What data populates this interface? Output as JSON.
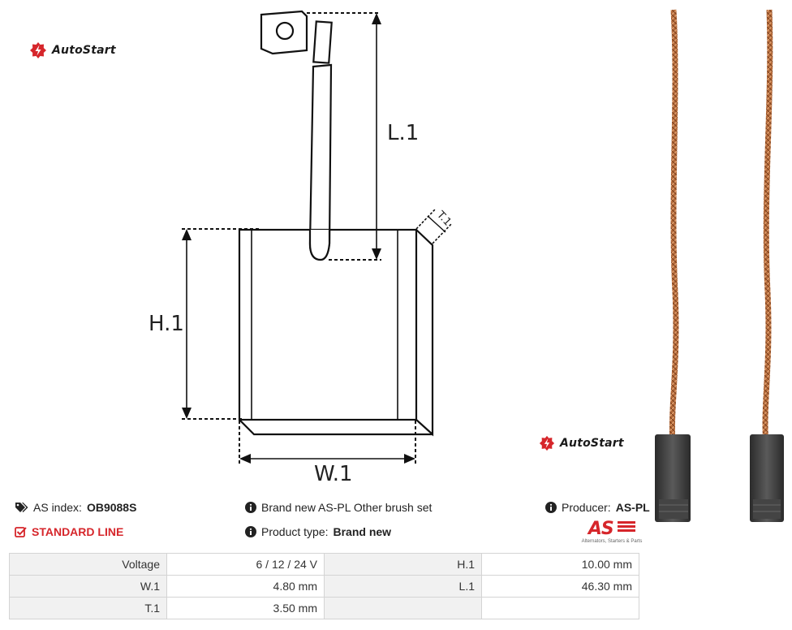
{
  "brand": {
    "name": "AutoStart"
  },
  "diagram": {
    "labels": {
      "length": "L.1",
      "height": "H.1",
      "width": "W.1",
      "thickness": "T.1"
    }
  },
  "product": {
    "as_index_label": "AS index:",
    "as_index_value": "OB9088S",
    "line_label": "STANDARD LINE",
    "description": "Brand new AS-PL Other brush set",
    "product_type_label": "Product type:",
    "product_type_value": "Brand new",
    "producer_label": "Producer:",
    "producer_value": "AS-PL",
    "producer_logo_text": "AS",
    "producer_tagline": "Alternators, Starters & Parts"
  },
  "colors": {
    "accent_red": "#d6262b",
    "table_label_bg": "#f1f1f1",
    "table_border": "#d4d4d4"
  },
  "specs": {
    "rows": [
      [
        {
          "label": "Voltage",
          "value": "6 / 12 / 24 V"
        },
        {
          "label": "H.1",
          "value": "10.00 mm"
        }
      ],
      [
        {
          "label": "W.1",
          "value": "4.80 mm"
        },
        {
          "label": "L.1",
          "value": "46.30 mm"
        }
      ],
      [
        {
          "label": "T.1",
          "value": "3.50 mm"
        },
        {
          "label": "",
          "value": ""
        }
      ]
    ]
  }
}
